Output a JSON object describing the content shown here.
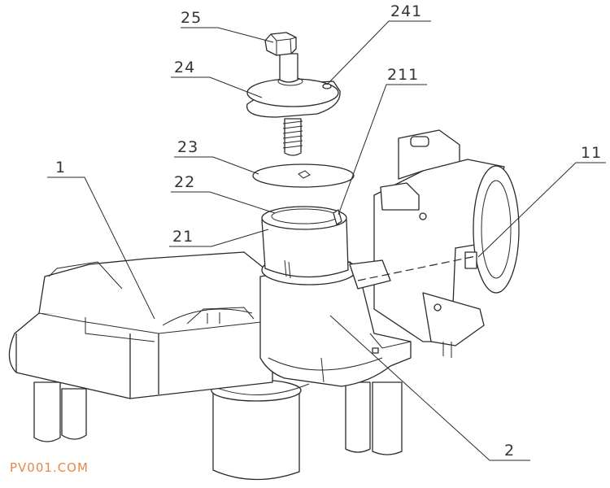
{
  "labels": {
    "l25": "25",
    "l241": "241",
    "l24": "24",
    "l211": "211",
    "l23": "23",
    "l22": "22",
    "l1": "1",
    "l21": "21",
    "l11": "11",
    "l2": "2"
  },
  "watermark": {
    "text": "PV001.COM",
    "color": "#e8874a"
  }
}
